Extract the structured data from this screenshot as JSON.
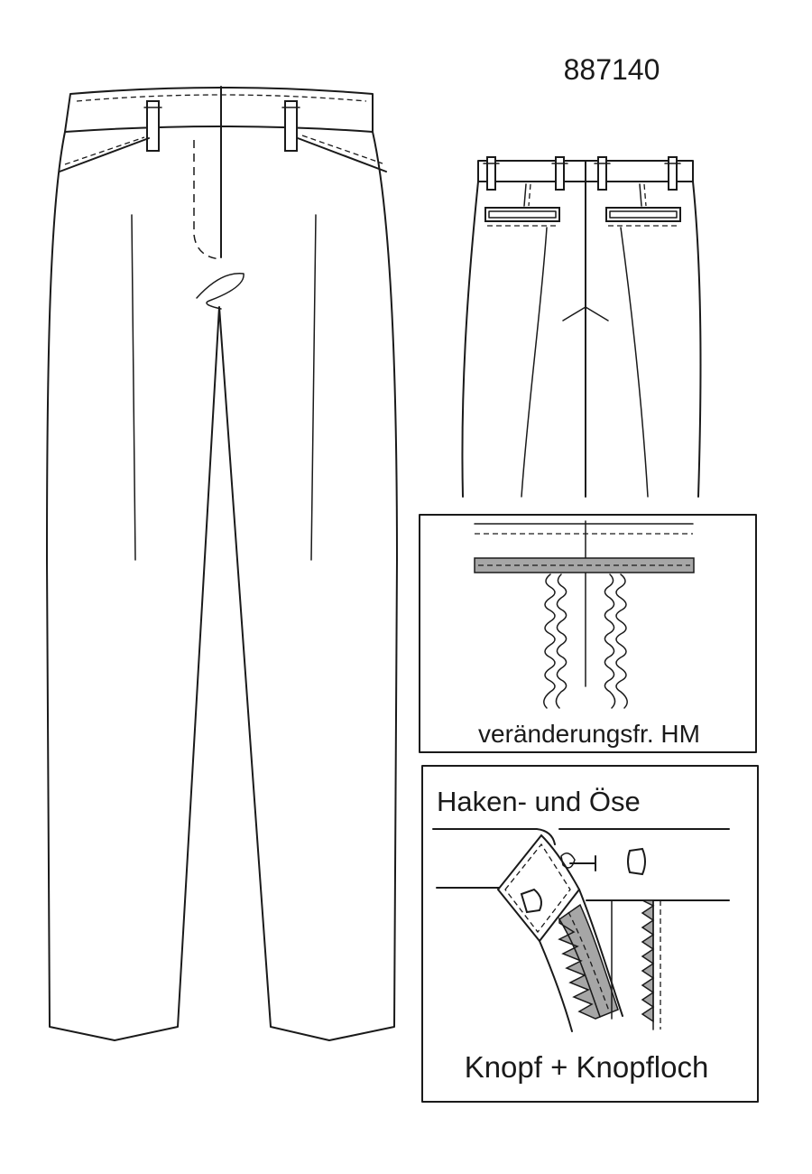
{
  "model_number": "887140",
  "detail_panels": {
    "hem": {
      "label": "veränderungsfr. HM"
    },
    "closure": {
      "top_label": "Haken- und Öse",
      "bottom_label": "Knopf + Knopfloch"
    }
  },
  "colors": {
    "line": "#1a1a1a",
    "shading": "#a6a6a6",
    "background": "#ffffff"
  }
}
